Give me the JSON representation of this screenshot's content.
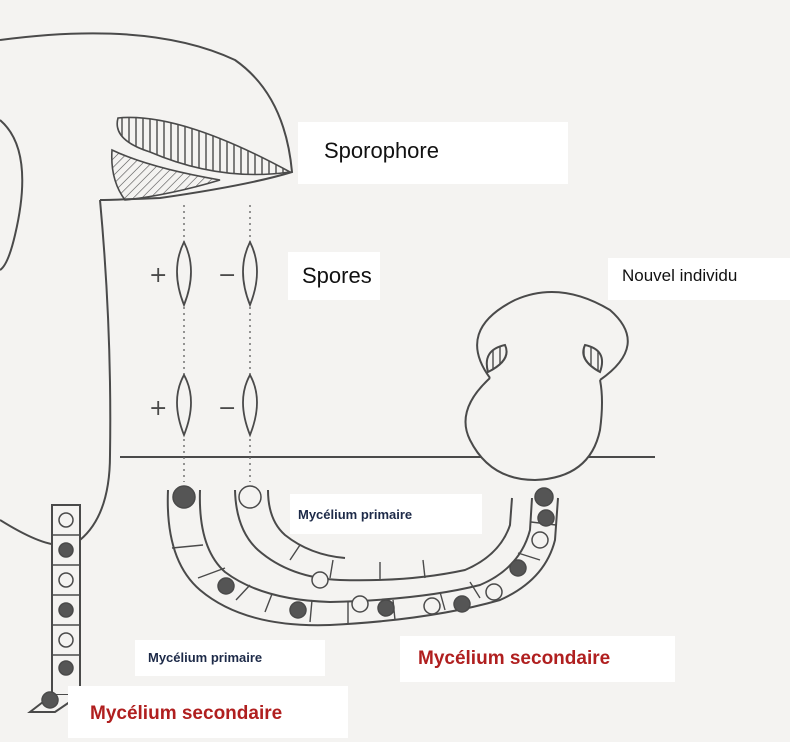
{
  "labels": {
    "sporophore": "Sporophore",
    "spores": "Spores",
    "nouvel_individu": "Nouvel individu",
    "mycelium_primaire_1": "Mycélium primaire",
    "mycelium_primaire_2": "Mycélium primaire",
    "mycelium_secondaire_1": "Mycélium secondaire",
    "mycelium_secondaire_2": "Mycélium secondaire"
  },
  "signs": {
    "plus": "+",
    "minus": "−"
  },
  "colors": {
    "background": "#f4f3f1",
    "line": "#4a4a4a",
    "label_box": "#ffffff",
    "secondary_label": "#b01f1f",
    "primary_label": "#1d2a48",
    "filled_nucleus": "#555555"
  }
}
